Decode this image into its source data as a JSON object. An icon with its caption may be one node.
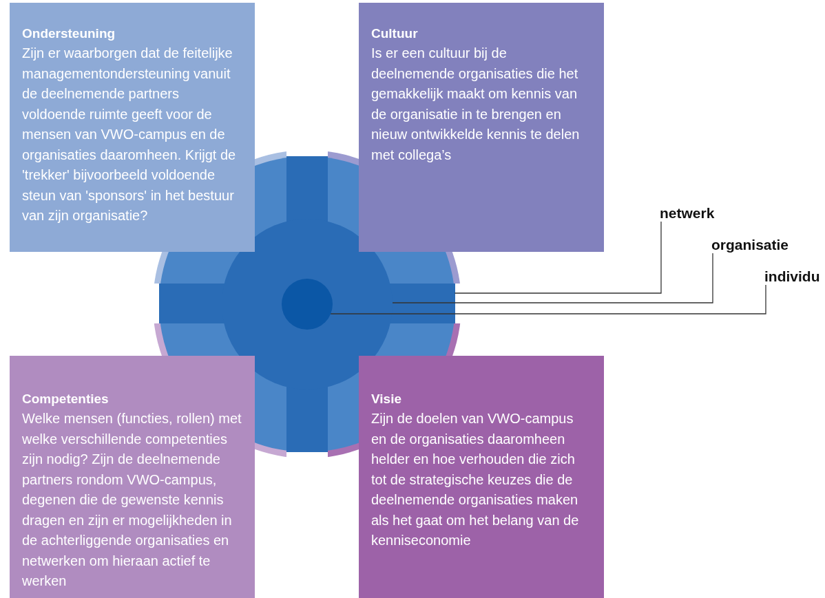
{
  "diagram": {
    "nodes": [
      {
        "text": [
          "Ondersteuning",
          "Zijn er waarborgen dat de feitelijke managementondersteuning vanuit de deelnemende partners voldoende ruimte geeft voor de mensen van VWO-campus en de organisaties daaromheen. Krijgt de 'trekker' bijvoorbeeld voldoende steun van 'sponsors' in het bestuur van zijn organisatie?"
        ]
      },
      {
        "text": [
          "Cultuur",
          "Is er een cultuur bij de deelnemende organisaties die het gemakkelijk maakt om kennis van de organisatie in te brengen en nieuw ontwikkelde kennis te delen met collega’s"
        ]
      },
      {
        "text": [
          "Competenties",
          "Welke mensen (functies, rollen) met welke verschillende competenties zijn nodig? Zijn de deelnemende partners rondom VWO-campus, degenen die de gewenste kennis dragen en zijn er mogelijkheden in de achterliggende organisaties en netwerken om hieraan actief te werken"
        ]
      },
      {
        "text": [
          "Visie",
          "Zijn de doelen van VWO-campus en de organisaties daaromheen helder en hoe verhouden die zich tot de strategische keuzes die de deelnemende organisaties maken als het gaat om het belang van de kenniseconomie"
        ]
      },
      {
        "text": [
          "netwerk"
        ]
      },
      {
        "text": [
          "organisatie"
        ]
      },
      {
        "text": [
          "individu"
        ]
      },
      {
        "text": [],
        "shape": "circle"
      },
      {
        "text": [],
        "shape": "circle",
        "in": 7
      },
      {
        "text": [],
        "shape": "circle",
        "in": 8
      }
    ],
    "edges": [
      {
        "from": 4,
        "to": 7,
        "arrow": "none"
      },
      {
        "from": 5,
        "to": 8,
        "arrow": "none"
      },
      {
        "from": 6,
        "to": 9,
        "arrow": "none"
      }
    ]
  }
}
